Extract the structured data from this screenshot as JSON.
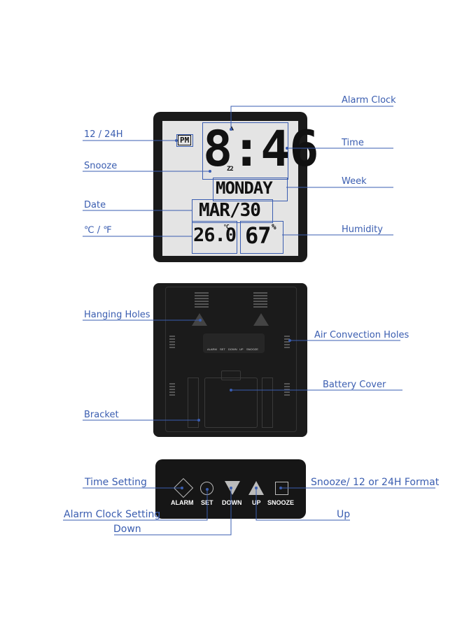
{
  "front": {
    "pm": "PM",
    "time": "8:46",
    "zz": "Z2",
    "day": "MONDAY",
    "date": "MAR/30",
    "temp": "26.0",
    "temp_unit": "°C",
    "humidity": "67",
    "humidity_unit": "%"
  },
  "labels": {
    "alarm_clock": "Alarm Clock",
    "format_12_24": "12 / 24H",
    "time": "Time",
    "snooze": "Snooze",
    "week": "Week",
    "date": "Date",
    "c_f": "℃ / ℉",
    "humidity": "Humidity",
    "hanging_holes": "Hanging Holes",
    "air_holes": "Air Convection Holes",
    "battery_cover": "Battery Cover",
    "bracket": "Bracket",
    "time_setting": "Time Setting",
    "snooze_format": "Snooze/ 12 or 24H Format",
    "alarm_setting": "Alarm Clock Setting",
    "up": "Up",
    "down": "Down"
  },
  "back_buttons": [
    "ALARM",
    "SET",
    "DOWN",
    "UP",
    "SNOOZE"
  ],
  "panel_buttons": [
    "ALARM",
    "SET",
    "DOWN",
    "UP",
    "SNOOZE"
  ],
  "colors": {
    "label": "#3a5db0",
    "frame": "#1a1a1a",
    "lcd": "#e4e4e4"
  }
}
